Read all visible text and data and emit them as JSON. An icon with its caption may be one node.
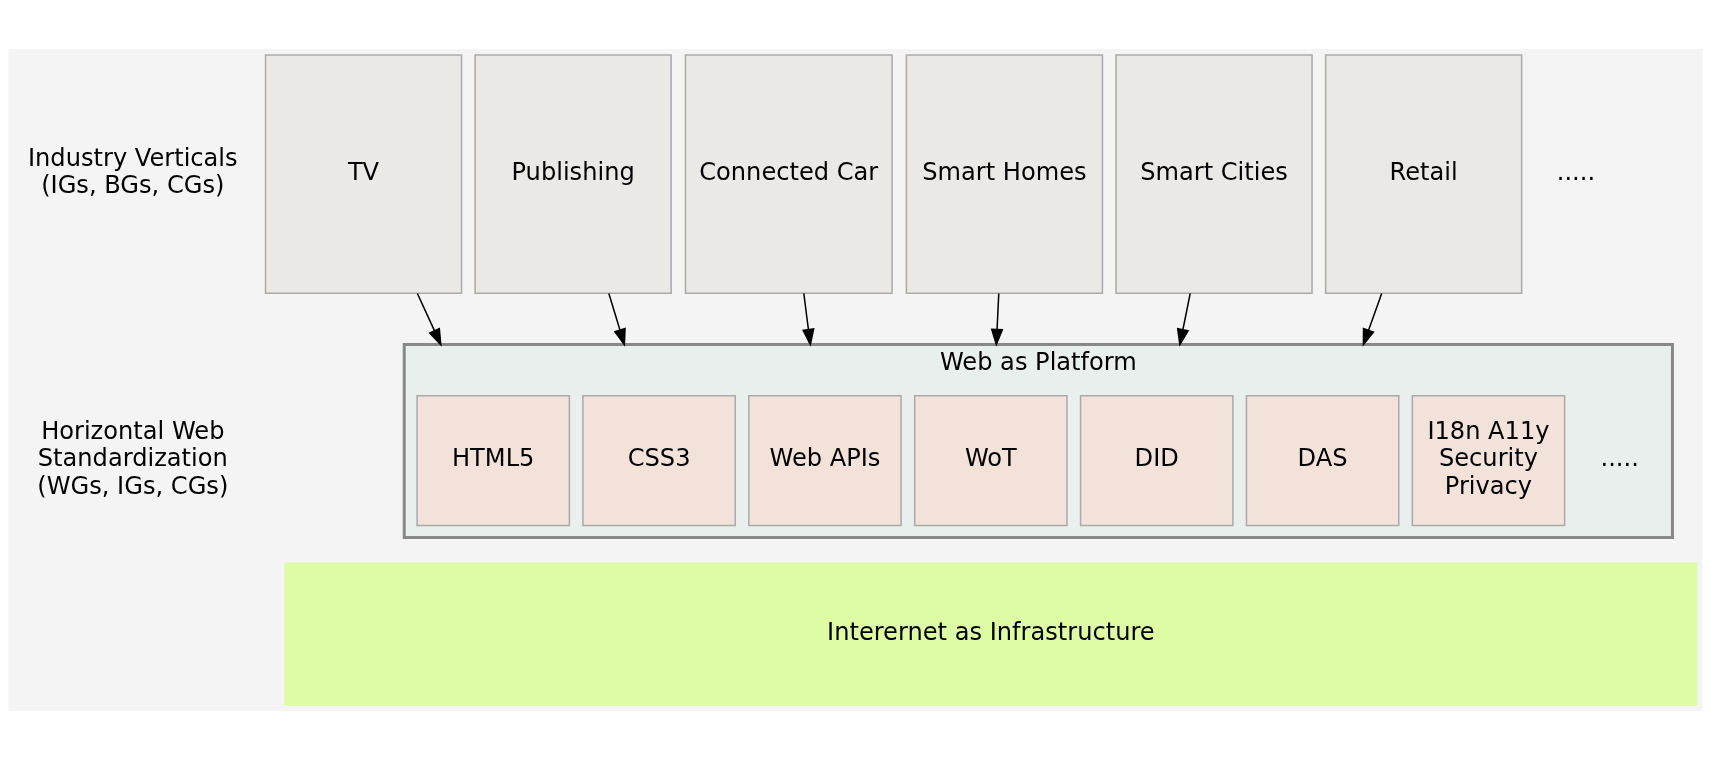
{
  "diagram": {
    "nodes": [
      {
        "text": [
          "TV"
        ]
      },
      {
        "text": [
          "Publishing"
        ]
      },
      {
        "text": [
          "Connected Car"
        ]
      },
      {
        "text": [
          "Smart Homes"
        ]
      },
      {
        "text": [
          "Smart Cities"
        ]
      },
      {
        "text": [
          "Retail"
        ]
      },
      {
        "text": [
          "Web as Platform"
        ]
      },
      {
        "text": [
          "HTML5"
        ],
        "in": 6
      },
      {
        "text": [
          "CSS3"
        ],
        "in": 6
      },
      {
        "text": [
          "Web APIs"
        ],
        "in": 6
      },
      {
        "text": [
          "WoT"
        ],
        "in": 6
      },
      {
        "text": [
          "DID"
        ],
        "in": 6
      },
      {
        "text": [
          "DAS"
        ],
        "in": 6
      },
      {
        "text": [
          "I18n A11y Security Privacy"
        ],
        "in": 6
      },
      {
        "text": [
          "Interernet as Infrastructure"
        ]
      }
    ],
    "edges": [
      {
        "from": 0,
        "to": 6,
        "arrow": "to"
      },
      {
        "from": 1,
        "to": 6,
        "arrow": "to"
      },
      {
        "from": 2,
        "to": 6,
        "arrow": "to"
      },
      {
        "from": 3,
        "to": 6,
        "arrow": "to"
      },
      {
        "from": 4,
        "to": 6,
        "arrow": "to"
      },
      {
        "from": 5,
        "to": 6,
        "arrow": "to"
      }
    ],
    "labels": [
      "Industry Verticals (IGs, BGs, CGs)",
      ".....",
      "Horizontal Web Standardization (WGs, IGs, CGs)",
      "....."
    ]
  }
}
